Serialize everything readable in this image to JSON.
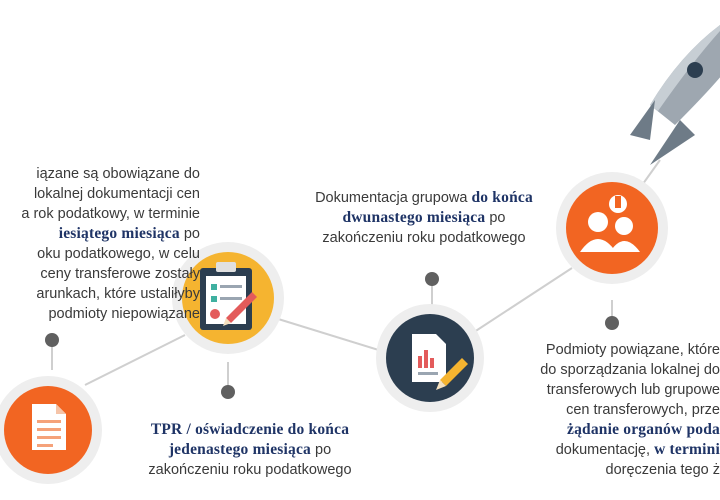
{
  "colors": {
    "navy": "#1f3466",
    "orange": "#f26522",
    "dark": "#2c3e50",
    "yellow": "#f5b430",
    "line": "#cccccc",
    "dot": "#555555"
  },
  "icons": [
    "document-icon",
    "clipboard-checklist-icon",
    "report-pen-icon",
    "people-idea-icon",
    "rocket-icon"
  ],
  "block_local": {
    "lines": [
      "iązane są obowiązane do",
      "lokalnej dokumentacji cen",
      "a rok podatkowy, w terminie"
    ],
    "bold_line": "iesiątego miesiąca",
    "bold_suffix": " po",
    "lines_after": [
      "oku podatkowego, w celu",
      " ceny transferowe zostały",
      "arunkach, które ustaliłyby",
      "podmioty niepowiązane"
    ]
  },
  "block_group": {
    "prefix": "Dokumentacja grupowa ",
    "bold1": "do końca",
    "bold2": "dwunastego miesiąca",
    "suffix2": " po",
    "line3": "zakończeniu roku podatkowego"
  },
  "block_tpr": {
    "bold1": "TPR / oświadczenie do końca",
    "bold2": "jedenastego miesiąca",
    "suffix2": " po",
    "line3": "zakończeniu roku podatkowego"
  },
  "block_request": {
    "line1": "Podmioty powiązane, które",
    "line2": "do sporządzania lokalnej do",
    "line3": "transferowych lub grupowe",
    "line4": "cen transferowych, prze",
    "bold5": "żądanie organów poda",
    "line6_prefix": "dokumentację, ",
    "bold6": "w termini",
    "line7": "doręczenia tego ż"
  }
}
